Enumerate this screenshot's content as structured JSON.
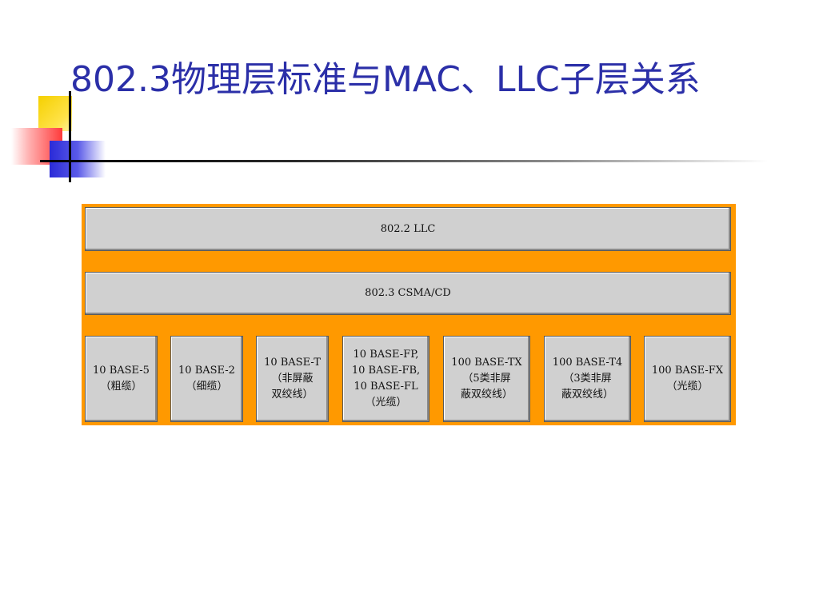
{
  "slide": {
    "title": "802.3物理层标准与MAC、LLC子层关系"
  },
  "diagram": {
    "llc_layer": "802.2 LLC",
    "mac_layer": "802.3 CSMA/CD",
    "phy_standards": [
      "10 BASE-5\n（粗缆）",
      "10 BASE-2\n（细缆）",
      "10 BASE-T\n（非屏蔽\n双绞线）",
      "10 BASE-FP,\n10 BASE-FB,\n10 BASE-FL\n（光缆）",
      "100 BASE-TX\n（5类非屏\n蔽双绞线）",
      "100 BASE-T4\n（3类非屏\n蔽双绞线）",
      "100 BASE-FX\n（光缆）"
    ]
  },
  "colors": {
    "title": "#2b2fa8",
    "diagram_background": "#ff9900",
    "box_fill": "#d0d0d0"
  }
}
